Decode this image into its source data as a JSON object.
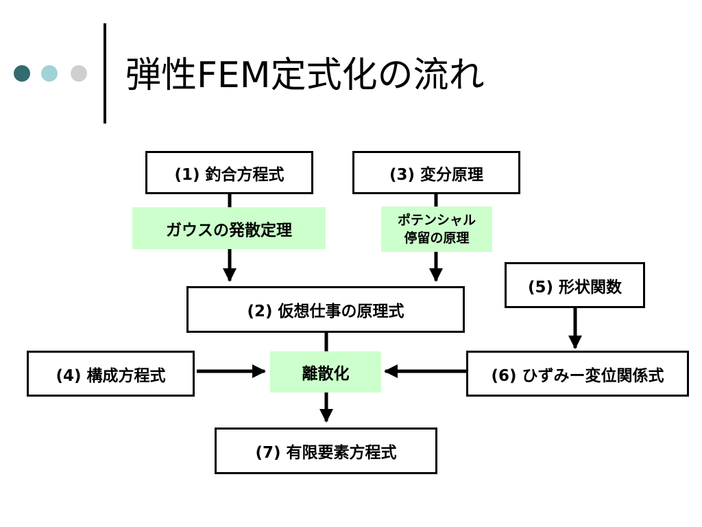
{
  "slide": {
    "title": "弾性FEM定式化の流れ",
    "bullet_colors": [
      "#336b6e",
      "#9fd3d6",
      "#cfcfcf"
    ]
  },
  "colors": {
    "note_fill": "#ccffcc",
    "box_border": "#000000",
    "arrow": "#000000"
  },
  "boxes": {
    "equilibrium": "(1) 釣合方程式",
    "variational": "(3) 変分原理",
    "virtual_work": "(2) 仮想仕事の原理式",
    "shape_function": "(5) 形状関数",
    "constitutive": "(4) 構成方程式",
    "strain_displacement": "(6) ひずみー変位関係式",
    "fem_equation": "(7) 有限要素方程式"
  },
  "notes": {
    "gauss": "ガウスの発散定理",
    "potential_line1": "ポテンシャル",
    "potential_line2": "停留の原理",
    "discretization": "離散化"
  }
}
